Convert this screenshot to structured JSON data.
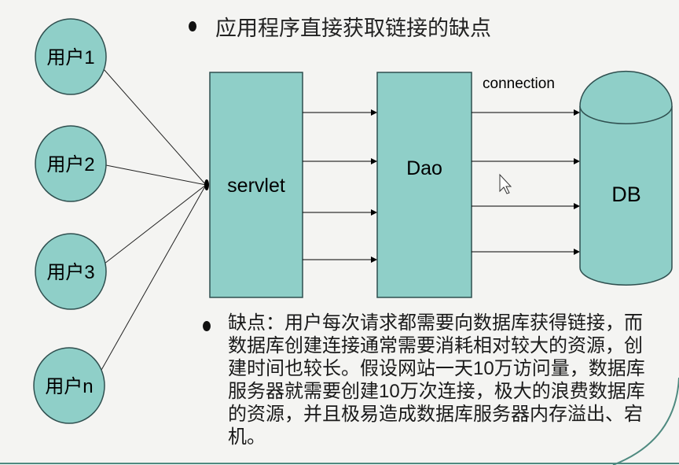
{
  "title": "应用程序直接获取链接的缺点",
  "users": [
    "用户1",
    "用户2",
    "用户3",
    "用户n"
  ],
  "servlet_label": "servlet",
  "dao_label": "Dao",
  "db_label": "DB",
  "connection_label": "connection",
  "description_lines": [
    "缺点：用户每次请求都需要向数据库获得链接，而",
    "数据库创建连接通常需要消耗相对较大的资源，创",
    "建时间也较长。假设网站一天10万访问量，数据库",
    "服务器就需要创建10万次连接，极大的浪费数据库",
    "的资源，并且极易造成数据库服务器内存溢出、宕",
    "机。"
  ],
  "colors": {
    "fill": "#8fcfc8",
    "stroke": "#2f4f4f",
    "accent": "#4f8a80"
  }
}
